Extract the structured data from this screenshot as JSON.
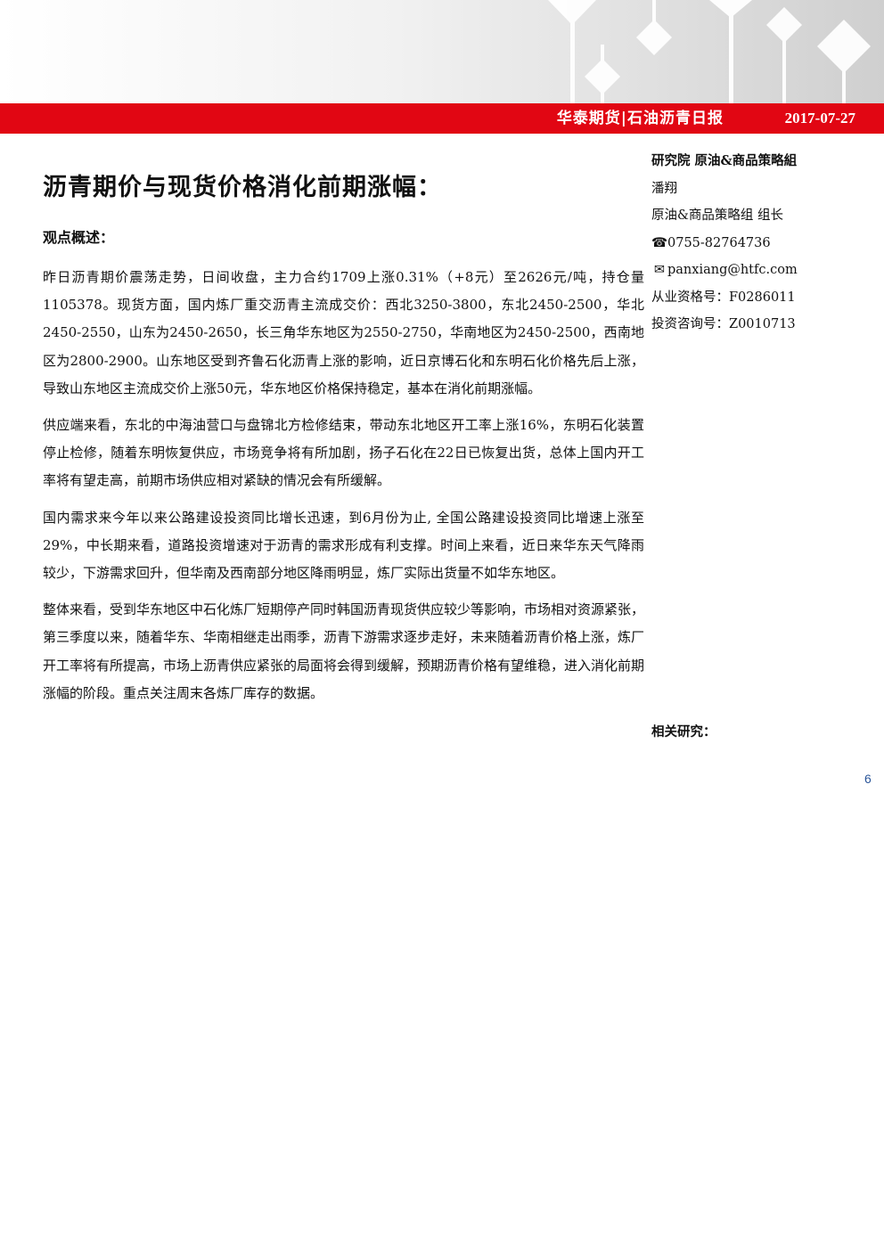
{
  "header": {
    "brand_report": "华泰期货|石油沥青日报",
    "date": "2017-07-27"
  },
  "article": {
    "title": "沥青期价与现货价格消化前期涨幅：",
    "subtitle": "观点概述：",
    "paragraphs": [
      "昨日沥青期价震荡走势，日间收盘，主力合约1709上涨0.31%（+8元）至2626元/吨，持仓量1105378。现货方面，国内炼厂重交沥青主流成交价：西北3250-3800，东北2450-2500，华北2450-2550，山东为2450-2650，长三角华东地区为2550-2750，华南地区为2450-2500，西南地区为2800-2900。山东地区受到齐鲁石化沥青上涨的影响，近日京博石化和东明石化价格先后上涨，导致山东地区主流成交价上涨50元，华东地区价格保持稳定，基本在消化前期涨幅。",
      "供应端来看，东北的中海油营口与盘锦北方检修结束，带动东北地区开工率上涨16%，东明石化装置停止检修，随着东明恢复供应，市场竞争将有所加剧，扬子石化在22日已恢复出货，总体上国内开工率将有望走高，前期市场供应相对紧缺的情况会有所缓解。",
      "国内需求来今年以来公路建设投资同比增长迅速，到6月份为止, 全国公路建设投资同比增速上涨至29%，中长期来看，道路投资增速对于沥青的需求形成有利支撑。时间上来看，近日来华东天气降雨较少，下游需求回升，但华南及西南部分地区降雨明显，炼厂实际出货量不如华东地区。",
      "整体来看，受到华东地区中石化炼厂短期停产同时韩国沥青现货供应较少等影响，市场相对资源紧张，第三季度以来，随着华东、华南相继走出雨季，沥青下游需求逐步走好，未来随着沥青价格上涨，炼厂开工率将有所提高，市场上沥青供应紧张的局面将会得到缓解，预期沥青价格有望维稳，进入消化前期涨幅的阶段。重点关注周末各炼厂库存的数据。"
    ]
  },
  "sidebar": {
    "dept": "研究院 原油&商品策略組",
    "author": "潘翔",
    "role": "原油&商品策略组 组长",
    "phone": "0755-82764736",
    "email": "panxiang@htfc.com",
    "license": "从业资格号：F0286011",
    "consult": "投资咨询号：Z0010713",
    "related_label": "相关研究：",
    "phone_icon": "phone-icon",
    "email_icon": "envelope-icon"
  },
  "page_number": "6"
}
